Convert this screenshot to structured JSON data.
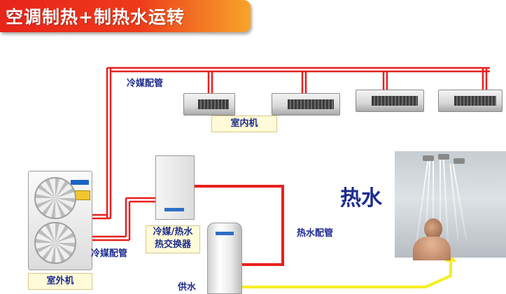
{
  "title": "空调制热+制热水运转",
  "labels": {
    "refrigerant_pipe_top": "冷媒配管",
    "indoor_unit": "室内机",
    "refrigerant_pipe_bottom": "冷媒配管",
    "heat_exchanger_line1": "冷媒/热水",
    "heat_exchanger_line2": "热交换器",
    "outdoor_unit": "室外机",
    "hot_water_pipe": "热水配管",
    "hot_water": "热水",
    "water_supply": "供水"
  },
  "colors": {
    "title_gradient_start": "#e8241b",
    "title_gradient_end": "#f7a52a",
    "refrigerant_pipe": "#e8201e",
    "hot_water_pipe": "#e8201e",
    "water_supply_pipe": "#f6ee23",
    "label_text": "#1d2b8f",
    "label_box_bg": "#fffbd8"
  },
  "icons": [
    "outdoor-unit-icon",
    "indoor-unit-icon",
    "heat-exchanger-unit-icon",
    "hot-water-tank-icon",
    "shower-photo-icon",
    "arrow-up-icon"
  ]
}
